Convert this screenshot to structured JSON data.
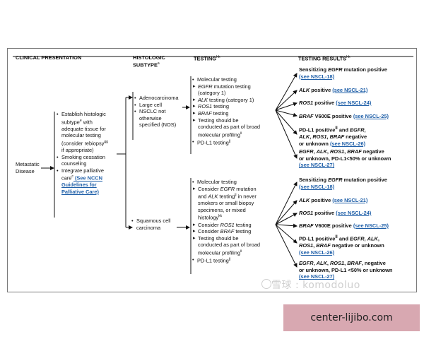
{
  "headers": {
    "clinical": "CLINICAL PRESENTATION",
    "histologic": "HISTOLOGIC",
    "subtype": "SUBTYPE",
    "subtype_sup": "a",
    "testing": "TESTING",
    "testing_sup": "hh",
    "results": "TESTING RESULTS",
    "results_sup": "hh"
  },
  "presentation": {
    "line1": "Metastatic",
    "line2": "Disease"
  },
  "initial": {
    "item1": [
      "Establish histologic",
      "subtype",
      "e",
      " with",
      "adequate tissue for",
      "molecular testing",
      "(consider rebiopsy",
      "gg",
      "if appropriate)"
    ],
    "item2": [
      "Smoking cessation",
      "counseling"
    ],
    "item3": [
      "Integrate palliative",
      "care",
      "c",
      " (See NCCN",
      "Guidelines for",
      "Palliative Care)"
    ]
  },
  "histology": {
    "nonsquamous": [
      "Adenocarcinoma",
      "Large cell",
      "NSCLC not",
      "otherwise",
      "specified (NOS)"
    ],
    "squamous": [
      "Squamous cell",
      "carcinoma"
    ]
  },
  "testing_top": {
    "head": "Molecular testing",
    "l1a": "EGFR",
    "l1b": " mutation testing",
    "l2": "(category 1)",
    "l3a": "ALK",
    "l3b": " testing (category 1)",
    "l4a": "ROS1",
    "l4b": " testing",
    "l5a": "BRAF",
    "l5b": " testing",
    "l6": "Testing should be",
    "l7": "conducted as part of broad",
    "l8": "molecular profiling",
    "l8sup": "ii",
    "pdl1": "PD-L1 testing",
    "pdl1sup": "jj"
  },
  "testing_bottom": {
    "head": "Molecular testing",
    "c1a": "Consider ",
    "c1b": "EGFR",
    "c1c": " mutation",
    "c2a": "and ",
    "c2b": "ALK",
    "c2c": " testing",
    "c2sup": "jj",
    "c2d": " in never",
    "c3": "smokers or small biopsy",
    "c4": "specimens, or mixed",
    "c5": "histology",
    "c5sup": "kk",
    "c6a": "Consider ",
    "c6b": "ROS1",
    "c6c": " testing",
    "c7a": "Consider ",
    "c7b": "BRAF",
    "c7c": " testing",
    "c8": "Testing should be",
    "c9": "conducted as part of broad",
    "c10": "molecular profiling",
    "c10sup": "ii",
    "pdl1": "PD-L1 testing",
    "pdl1sup": "jj"
  },
  "results_top": {
    "r1a": "Sensitizing ",
    "r1b": "EGFR",
    "r1c": " mutation positive",
    "r1link": "(see NSCL-18)",
    "r2a": "ALK",
    "r2b": " positive ",
    "r2link": "(see NSCL-21)",
    "r3a": "ROS1",
    "r3b": " positive ",
    "r3link": "(see NSCL-24)",
    "r4a": "BRAF",
    "r4b": " V600E positive ",
    "r4link": "(see NSCL-25)",
    "r5a": "PD-L1 positive",
    "r5sup": "ll",
    "r5b": " and ",
    "r5c": "EGFR",
    "r5d": ",",
    "r5e": "ALK",
    "r5f": ", ",
    "r5g": "ROS1",
    "r5h": ", ",
    "r5i": "BRAF",
    "r5j": " negative",
    "r5k": "or unknown ",
    "r5link": "(see NSCL-26)",
    "r6a": "EGFR",
    "r6b": ", ",
    "r6c": "ALK",
    "r6d": ", ",
    "r6e": "ROS1",
    "r6f": ", ",
    "r6g": "BRAF",
    "r6h": " negative",
    "r6i": "or unknown, PD-L1<50% or unknown",
    "r6link": "(see NSCL-27)"
  },
  "results_bottom": {
    "r1a": "Sensitizing ",
    "r1b": "EGFR",
    "r1c": " mutation positive",
    "r1link": "(see NSCL-18)",
    "r2a": "ALK",
    "r2b": " positive ",
    "r2link": "(see NSCL-21)",
    "r3a": "ROS1",
    "r3b": " positive ",
    "r3link": "(see NSCL-24)",
    "r4a": "BRAF",
    "r4b": " V600E positive ",
    "r4link": "(see NSCL-25)",
    "r5a": "PD-L1 positive",
    "r5sup": "ll",
    "r5b": " and ",
    "r5c": "EGFR",
    "r5d": ", ",
    "r5e": "ALK",
    "r5f": ",",
    "r5g": "ROS1",
    "r5h": ", ",
    "r5i": "BRAF",
    "r5j": " negative or unknown",
    "r5link": "(see NSCL-26)",
    "r6a": "EGFR",
    "r6b": ", ",
    "r6c": "ALK",
    "r6d": ", ",
    "r6e": "ROS1",
    "r6f": ", ",
    "r6g": "BRAF",
    "r6h": ", negative",
    "r6i": "or unknown, PD-L1 <50% or unknown",
    "r6link": "(see NSCL-27)"
  },
  "watermark": "雪球 : komodoluo",
  "domain_label": "center-lijibo.com",
  "colors": {
    "link": "#1f5fa8",
    "frame": "#7a7a7a",
    "domain_bg": "#d8a8b1"
  }
}
